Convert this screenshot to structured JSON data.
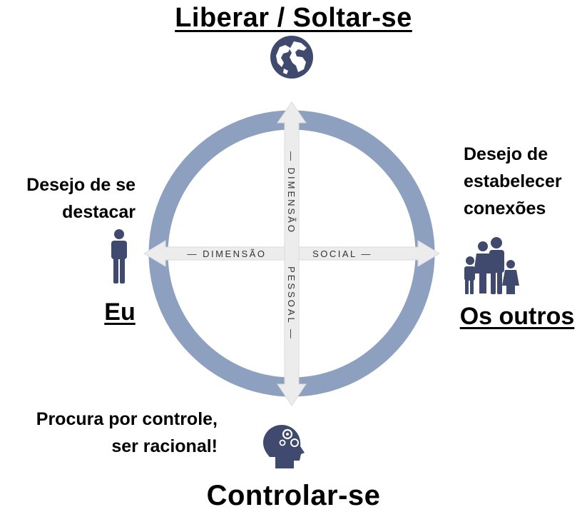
{
  "top": {
    "title": "Liberar / Soltar-se"
  },
  "bottom": {
    "title": "Controlar-se",
    "desc_line1": "Procura por controle,",
    "desc_line2": "ser racional!"
  },
  "left": {
    "desc_line1": "Desejo de se",
    "desc_line2": "destacar",
    "label": "Eu"
  },
  "right": {
    "desc_line1": "Desejo de",
    "desc_line2": "estabelecer",
    "desc_line3": "conexões",
    "label": "Os outros"
  },
  "axes": {
    "horizontal_left": "— DIMENSÃO",
    "horizontal_right": "SOCIAL —",
    "vertical_top": "— DIMENSÃO",
    "vertical_bottom": "PESSOAL —"
  },
  "colors": {
    "ring": "#8da0bf",
    "icon": "#3f4a6e",
    "arrow": "#ececec"
  },
  "icons": [
    "globe-icon",
    "person-icon",
    "family-icon",
    "head-gears-icon"
  ]
}
